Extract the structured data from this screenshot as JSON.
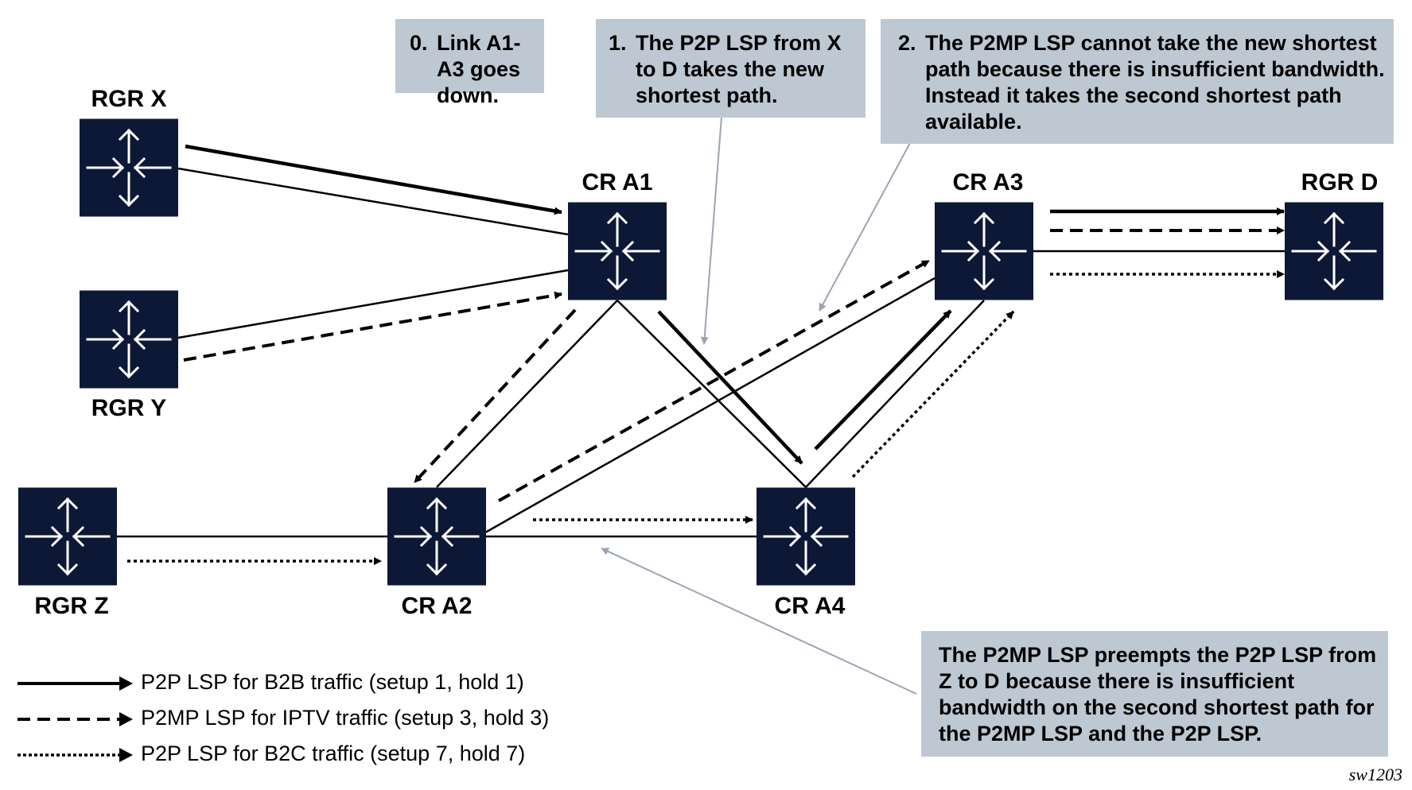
{
  "colors": {
    "node_fill": "#0d1836",
    "node_glyph": "#ffffff",
    "link": "#000000",
    "callout_bg": "#bec8d2",
    "pointer": "#9aa5b3"
  },
  "nodes": [
    {
      "id": "rgr-x",
      "label": "RGR X",
      "icon": "router-icon"
    },
    {
      "id": "rgr-y",
      "label": "RGR Y",
      "icon": "router-icon"
    },
    {
      "id": "rgr-z",
      "label": "RGR Z",
      "icon": "router-icon"
    },
    {
      "id": "cr-a1",
      "label": "CR A1",
      "icon": "router-icon"
    },
    {
      "id": "cr-a2",
      "label": "CR A2",
      "icon": "router-icon"
    },
    {
      "id": "cr-a3",
      "label": "CR A3",
      "icon": "router-icon"
    },
    {
      "id": "cr-a4",
      "label": "CR A4",
      "icon": "router-icon"
    },
    {
      "id": "rgr-d",
      "label": "RGR D",
      "icon": "router-icon"
    }
  ],
  "links": [
    [
      "rgr-x",
      "cr-a1"
    ],
    [
      "rgr-y",
      "cr-a1"
    ],
    [
      "cr-a1",
      "cr-a2"
    ],
    [
      "cr-a1",
      "cr-a4"
    ],
    [
      "cr-a2",
      "cr-a3"
    ],
    [
      "cr-a4",
      "cr-a3"
    ],
    [
      "cr-a3",
      "rgr-d"
    ],
    [
      "rgr-z",
      "cr-a2"
    ],
    [
      "cr-a2",
      "cr-a4"
    ]
  ],
  "lsps": [
    {
      "type": "p2p-b2b",
      "style": "solid",
      "path": [
        "rgr-x",
        "cr-a1",
        "cr-a4",
        "cr-a3",
        "rgr-d"
      ]
    },
    {
      "type": "p2mp-iptv",
      "style": "dashed",
      "path": [
        "rgr-y",
        "cr-a1",
        "cr-a2",
        "cr-a3",
        "rgr-d"
      ]
    },
    {
      "type": "p2p-b2c",
      "style": "dotted",
      "path": [
        "rgr-z",
        "cr-a2",
        "cr-a4",
        "cr-a3",
        "rgr-d"
      ]
    }
  ],
  "callouts": {
    "step0": {
      "num": "0.",
      "text": "Link A1-A3 goes down."
    },
    "step1": {
      "num": "1.",
      "text": "The P2P LSP from X to D takes the new shortest path."
    },
    "step2": {
      "num": "2.",
      "text": "The P2MP LSP cannot take the new shortest path because there is insufficient bandwidth. Instead it takes the second shortest path available."
    },
    "preempt": {
      "text": "The P2MP LSP preempts the P2P LSP from Z to D because there is insufficient bandwidth on the second shortest path for the P2MP LSP and the P2P LSP."
    }
  },
  "legend": [
    {
      "style": "solid",
      "label": "P2P LSP for B2B traffic (setup 1, hold 1)"
    },
    {
      "style": "dashed",
      "label": "P2MP LSP for IPTV traffic (setup 3, hold 3)"
    },
    {
      "style": "dotted",
      "label": "P2P LSP for B2C traffic (setup 7, hold 7)"
    }
  ],
  "figure_id": "sw1203"
}
